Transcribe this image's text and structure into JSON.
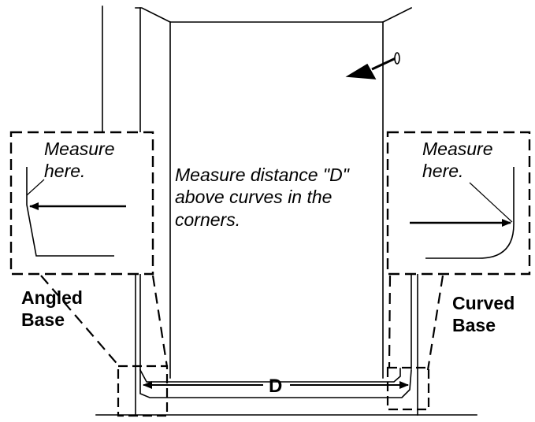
{
  "labels": {
    "left_inset_line1": "Measure",
    "left_inset_line2": "here.",
    "right_inset_line1": "Measure",
    "right_inset_line2": "here.",
    "center_line1": "Measure distance \"D\"",
    "center_line2": "above curves in the",
    "center_line3": "corners.",
    "left_base_line1": "Angled",
    "left_base_line2": "Base",
    "right_base_line1": "Curved",
    "right_base_line2": "Base",
    "dimension": "D"
  },
  "colors": {
    "ink": "#000000",
    "background": "#ffffff"
  }
}
